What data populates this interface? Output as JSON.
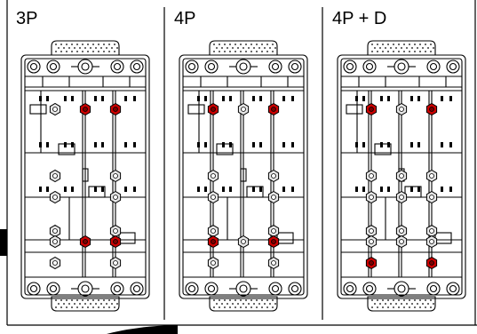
{
  "panels": [
    {
      "label": "3P",
      "red_terminals": [
        [
          1,
          0
        ],
        [
          2,
          0
        ],
        [
          1,
          4
        ],
        [
          2,
          4
        ]
      ],
      "gray_terminals": [
        [
          0,
          0
        ],
        [
          0,
          1
        ],
        [
          2,
          1
        ],
        [
          0,
          2
        ],
        [
          2,
          2
        ],
        [
          0,
          3
        ],
        [
          2,
          3
        ],
        [
          0,
          4
        ],
        [
          0,
          5
        ],
        [
          2,
          5
        ]
      ],
      "vertical_links": [
        1,
        2
      ],
      "extra_boxes": 4
    },
    {
      "label": "4P",
      "red_terminals": [
        [
          0,
          0
        ],
        [
          2,
          0
        ],
        [
          0,
          4
        ],
        [
          2,
          4
        ]
      ],
      "gray_terminals": [
        [
          1,
          0
        ],
        [
          0,
          1
        ],
        [
          2,
          1
        ],
        [
          0,
          2
        ],
        [
          2,
          2
        ],
        [
          0,
          3
        ],
        [
          2,
          3
        ],
        [
          1,
          4
        ],
        [
          0,
          5
        ],
        [
          2,
          5
        ]
      ],
      "vertical_links": [
        0,
        1,
        2
      ],
      "extra_boxes": 4
    },
    {
      "label": "4P + D",
      "red_terminals": [
        [
          0,
          0
        ],
        [
          2,
          0
        ],
        [
          0,
          5
        ],
        [
          2,
          5
        ]
      ],
      "gray_terminals": [
        [
          1,
          0
        ],
        [
          0,
          1
        ],
        [
          1,
          1
        ],
        [
          2,
          1
        ],
        [
          0,
          2
        ],
        [
          1,
          2
        ],
        [
          2,
          2
        ],
        [
          0,
          3
        ],
        [
          1,
          3
        ],
        [
          2,
          3
        ],
        [
          0,
          4
        ],
        [
          1,
          4
        ],
        [
          2,
          4
        ]
      ],
      "vertical_links": [
        0,
        1,
        2
      ],
      "extra_boxes": 4
    }
  ],
  "colors": {
    "line": "#000000",
    "red": "#cc0000",
    "gray_fill": "#e6e6e6",
    "dots_fill": "#ffffff"
  }
}
